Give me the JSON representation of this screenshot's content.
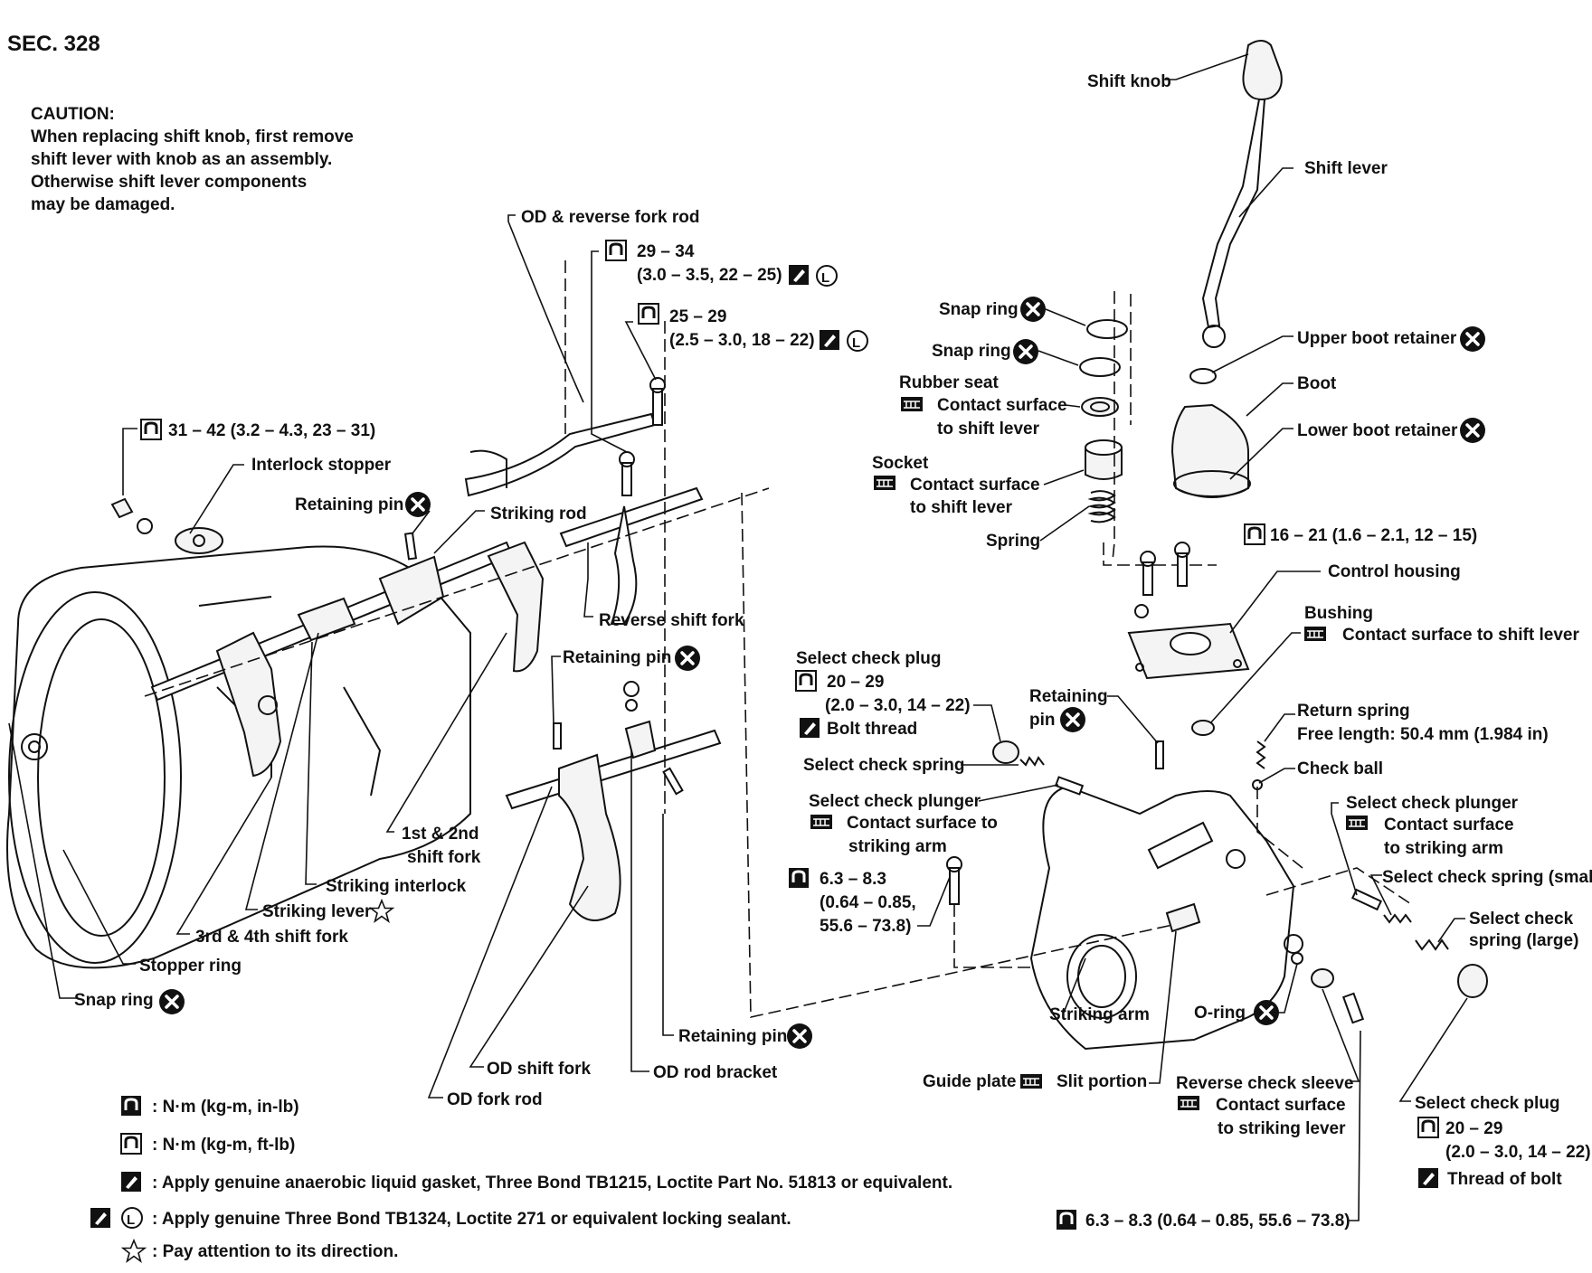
{
  "header": {
    "section": "SEC. 328"
  },
  "caution": {
    "title": "CAUTION:",
    "lines": [
      "When replacing shift knob, first remove",
      "shift lever with knob as an assembly.",
      "Otherwise shift lever components",
      "may be damaged."
    ]
  },
  "labels": {
    "od_reverse_fork_rod": "OD & reverse fork rod",
    "torque_a1": "29 – 34",
    "torque_a2": "(3.0 – 3.5, 22 – 25)",
    "torque_b1": "25 – 29",
    "torque_b2": "(2.5 – 3.0, 18 – 22)",
    "torque_c": "31 – 42 (3.2 – 4.3, 23 – 31)",
    "interlock_stopper": "Interlock stopper",
    "retaining_pin_1": "Retaining pin",
    "striking_rod": "Striking rod",
    "reverse_shift_fork": "Reverse shift fork",
    "retaining_pin_2": "Retaining pin",
    "first_second_fork_1": "1st & 2nd",
    "first_second_fork_2": "shift fork",
    "striking_interlock": "Striking interlock",
    "striking_lever": "Striking lever",
    "third_fourth_fork": "3rd & 4th shift fork",
    "stopper_ring": "Stopper ring",
    "snap_ring_left": "Snap ring",
    "od_shift_fork": "OD shift fork",
    "od_fork_rod": "OD fork rod",
    "retaining_pin_3": "Retaining pin",
    "od_rod_bracket": "OD rod bracket",
    "shift_knob": "Shift knob",
    "shift_lever": "Shift lever",
    "snap_ring_1": "Snap ring",
    "snap_ring_2": "Snap ring",
    "rubber_seat": "Rubber seat",
    "contact_surface": "Contact surface",
    "to_shift_lever": "to shift lever",
    "socket": "Socket",
    "contact_surface_2": "Contact surface",
    "to_shift_lever_2": "to shift lever",
    "spring": "Spring",
    "upper_boot_retainer": "Upper boot retainer",
    "boot": "Boot",
    "lower_boot_retainer": "Lower boot retainer",
    "torque_d": "16 – 21 (1.6 – 2.1, 12 – 15)",
    "control_housing": "Control housing",
    "bushing": "Bushing",
    "bushing_contact": "Contact surface to shift lever",
    "select_check_plug_1": "Select check plug",
    "torque_e1": "20 – 29",
    "torque_e2": "(2.0 – 3.0, 14 – 22)",
    "bolt_thread": "Bolt thread",
    "select_check_spring": "Select check spring",
    "select_check_plunger_1": "Select check plunger",
    "plunger_contact_1": "Contact surface to",
    "plunger_contact_2": "striking arm",
    "torque_f1": "6.3 – 8.3",
    "torque_f2": "(0.64 – 0.85,",
    "torque_f3": "55.6 – 73.8)",
    "retaining_pin_4a": "Retaining",
    "retaining_pin_4b": "pin",
    "return_spring": "Return spring",
    "free_length": "Free length: 50.4 mm (1.984 in)",
    "check_ball": "Check ball",
    "select_check_plunger_2": "Select check plunger",
    "plunger2_contact_1": "Contact surface",
    "plunger2_contact_2": "to striking arm",
    "select_check_spring_small": "Select check spring (small)",
    "select_check_spring_large_1": "Select check",
    "select_check_spring_large_2": "spring (large)",
    "striking_arm": "Striking arm",
    "o_ring": "O-ring",
    "guide_plate": "Guide plate",
    "slit_portion": "Slit portion",
    "reverse_check_sleeve": "Reverse check sleeve",
    "sleeve_contact_1": "Contact surface",
    "sleeve_contact_2": "to striking lever",
    "select_check_plug_2": "Select check plug",
    "torque_g1": "20 – 29",
    "torque_g2": "(2.0 – 3.0, 14 – 22)",
    "thread_of_bolt": "Thread of bolt",
    "torque_h": "6.3 – 8.3 (0.64 – 0.85, 55.6 – 73.8)"
  },
  "legend": [
    ": N·m (kg-m, in-lb)",
    ": N·m (kg-m, ft-lb)",
    ": Apply genuine anaerobic liquid gasket, Three Bond TB1215, Loctite Part No. 51813 or equivalent.",
    ": Apply genuine Three Bond TB1324, Loctite 271 or equivalent locking sealant.",
    ": Pay attention to its direction."
  ],
  "symbols": {
    "locking_letter": "L"
  }
}
